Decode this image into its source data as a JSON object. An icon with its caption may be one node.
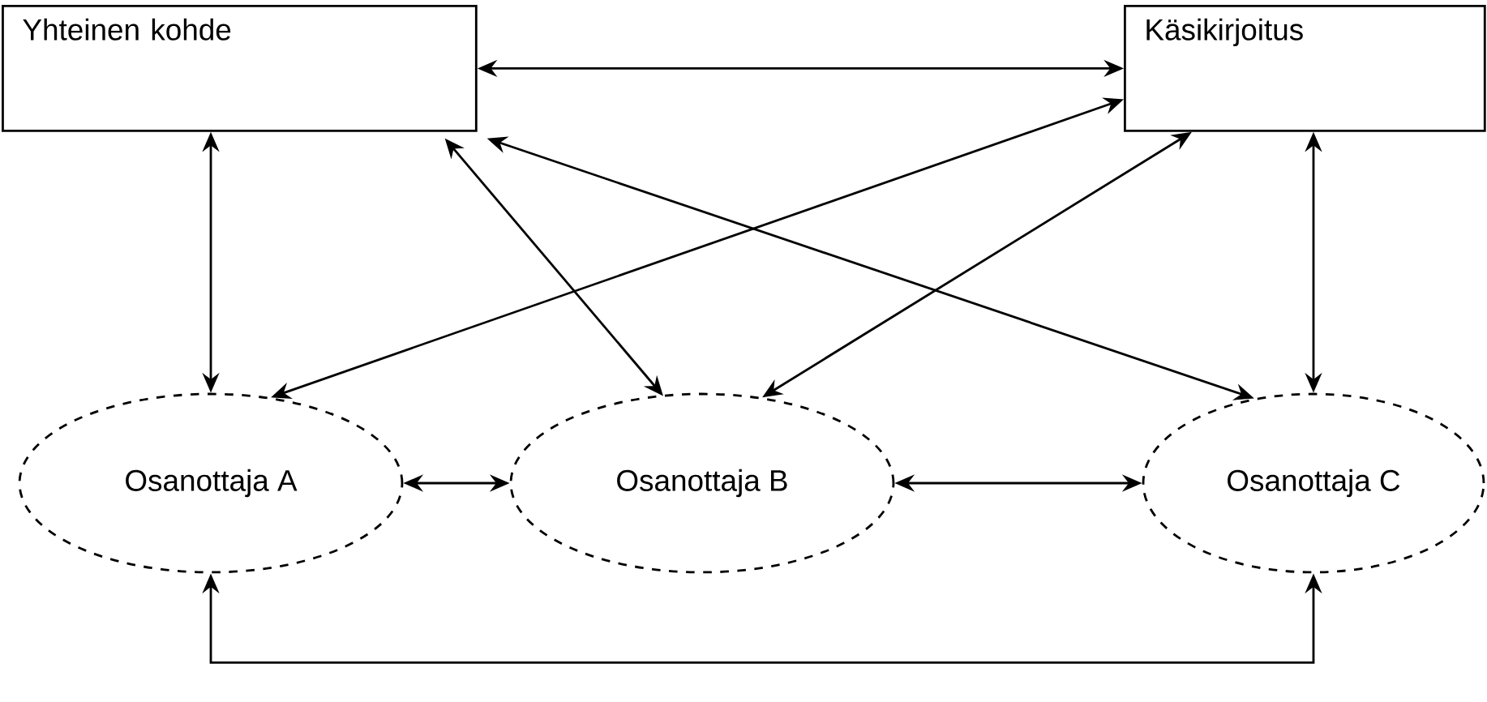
{
  "diagram": {
    "nodes": [
      {
        "text": [
          "Yhteinen kohde"
        ]
      },
      {
        "text": [
          "Käsikirjoitus"
        ]
      },
      {
        "text": [
          "Osanottaja A"
        ]
      },
      {
        "text": [
          "Osanottaja B"
        ]
      },
      {
        "text": [
          "Osanottaja C"
        ]
      }
    ],
    "edges": [
      {
        "from": 0,
        "to": 1,
        "arrow": "both"
      },
      {
        "from": 0,
        "to": 2,
        "arrow": "both"
      },
      {
        "from": 0,
        "to": 3,
        "arrow": "both"
      },
      {
        "from": 0,
        "to": 4,
        "arrow": "both"
      },
      {
        "from": 1,
        "to": 2,
        "arrow": "both"
      },
      {
        "from": 1,
        "to": 3,
        "arrow": "both"
      },
      {
        "from": 1,
        "to": 4,
        "arrow": "both"
      },
      {
        "from": 2,
        "to": 3,
        "arrow": "both"
      },
      {
        "from": 3,
        "to": 4,
        "arrow": "both"
      },
      {
        "from": 2,
        "to": 4,
        "arrow": "both"
      }
    ]
  }
}
